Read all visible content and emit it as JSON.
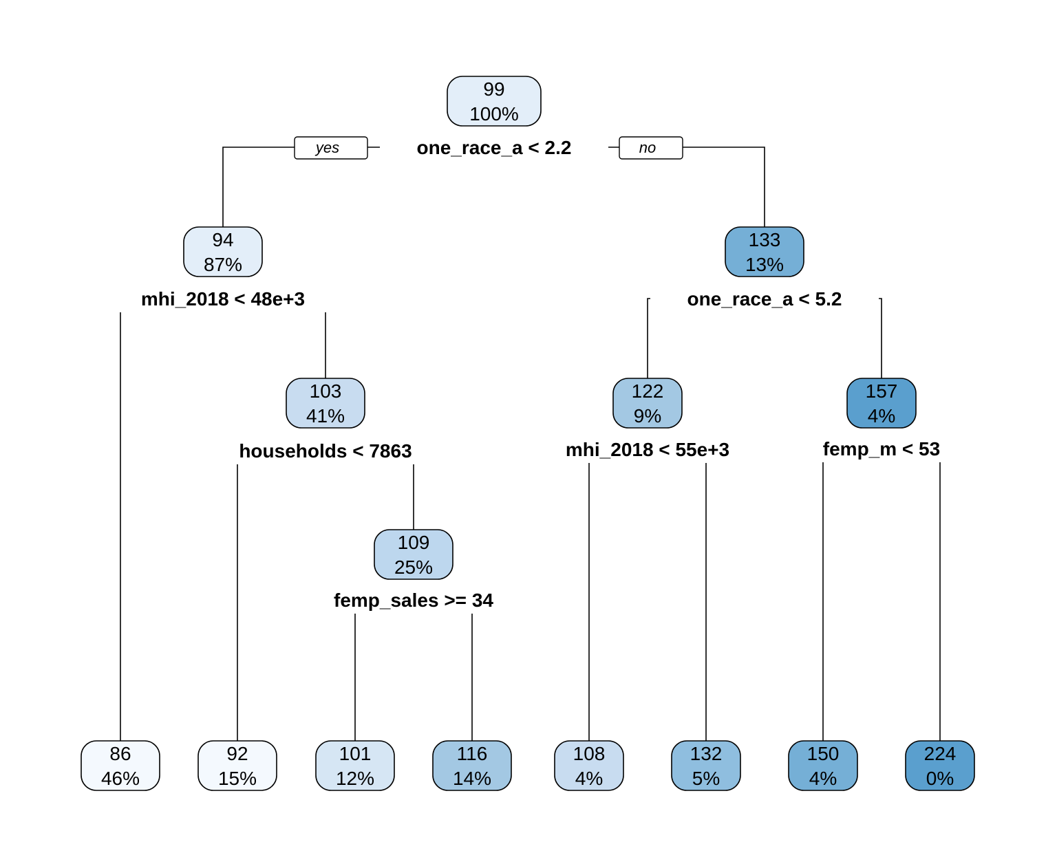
{
  "tree": {
    "branch_labels": {
      "yes": "yes",
      "no": "no"
    },
    "nodes": [
      {
        "id": "n1",
        "value": "99",
        "percent": "100%",
        "split": "one_race_a < 2.2",
        "fill": "#e3eef9"
      },
      {
        "id": "n2",
        "parent": "n1",
        "value": "94",
        "percent": "87%",
        "split": "mhi_2018 < 48e+3",
        "fill": "#e3eef9"
      },
      {
        "id": "n3",
        "parent": "n1",
        "value": "133",
        "percent": "13%",
        "split": "one_race_a < 5.2",
        "fill": "#75afd6"
      },
      {
        "id": "n4",
        "parent": "n2",
        "value": "86",
        "percent": "46%",
        "fill": "#f4f9fe"
      },
      {
        "id": "n5",
        "parent": "n2",
        "value": "103",
        "percent": "41%",
        "split": "households < 7863",
        "fill": "#c8dcf0"
      },
      {
        "id": "n6",
        "parent": "n5",
        "value": "92",
        "percent": "15%",
        "fill": "#f4f9fe"
      },
      {
        "id": "n7",
        "parent": "n5",
        "value": "109",
        "percent": "25%",
        "split": "femp_sales >= 34",
        "fill": "#bdd7ee"
      },
      {
        "id": "n8",
        "parent": "n7",
        "value": "101",
        "percent": "12%",
        "fill": "#d6e6f4"
      },
      {
        "id": "n9",
        "parent": "n7",
        "value": "116",
        "percent": "14%",
        "fill": "#a3c8e3"
      },
      {
        "id": "n10",
        "parent": "n3",
        "value": "122",
        "percent": "9%",
        "split": "mhi_2018 < 55e+3",
        "fill": "#a3c8e3"
      },
      {
        "id": "n11",
        "parent": "n3",
        "value": "157",
        "percent": "4%",
        "split": "femp_m < 53",
        "fill": "#5a9fce"
      },
      {
        "id": "n12",
        "parent": "n10",
        "value": "108",
        "percent": "4%",
        "fill": "#c8dcf0"
      },
      {
        "id": "n13",
        "parent": "n10",
        "value": "132",
        "percent": "5%",
        "fill": "#8fbedf"
      },
      {
        "id": "n14",
        "parent": "n11",
        "value": "150",
        "percent": "4%",
        "fill": "#75afd6"
      },
      {
        "id": "n15",
        "parent": "n11",
        "value": "224",
        "percent": "0%",
        "fill": "#5a9fce"
      }
    ]
  }
}
